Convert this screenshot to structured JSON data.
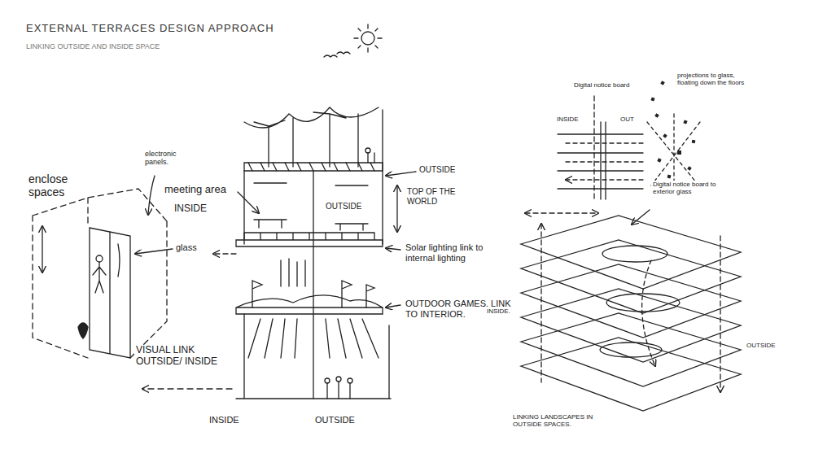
{
  "diagram": {
    "title": "EXTERNAL TERRACES DESIGN APPROACH",
    "labels": [
      "LINKING OUTSIDE AND INSIDE SPACE",
      "enclose spaces",
      "electronic panels.",
      "glass",
      "meeting area",
      "INSIDE",
      "OUTSIDE",
      "OUTSIDE",
      "TOP OF THE WORLD",
      "Solar lighting link to internal lighting",
      "OUTDOOR GAMES. LINK TO INTERIOR.",
      "VISUAL LINK OUTSIDE/ INSIDE",
      "INSIDE",
      "OUTSIDE",
      "Digital notice board",
      "INSIDE",
      "OUT",
      "projections to glass, floating down the floors",
      "Digital notice board to exterior glass",
      "INSIDE.",
      "OUTSIDE",
      "LINKING LANDSCAPES IN OUTSIDE SPACES."
    ]
  }
}
